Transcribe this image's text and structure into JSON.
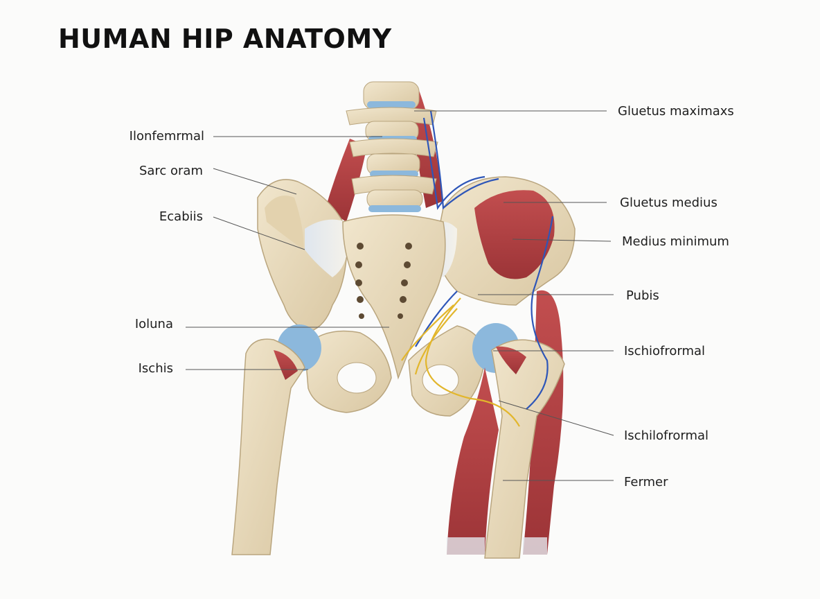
{
  "title": "HUMAN HIP ANATOMY",
  "labels_left": [
    {
      "id": "ilonfemrmal",
      "text": "Ilonfemrmal"
    },
    {
      "id": "sarc-oram",
      "text": "Sarc oram"
    },
    {
      "id": "ecabiis",
      "text": "Ecabiis"
    },
    {
      "id": "ioluna",
      "text": "Ioluna"
    },
    {
      "id": "ischis",
      "text": "Ischis"
    }
  ],
  "labels_right": [
    {
      "id": "gluteus-maximaxs",
      "text": "Gluetus maximaxs"
    },
    {
      "id": "gluteus-medius",
      "text": "Gluetus medius"
    },
    {
      "id": "medius-minimum",
      "text": "Medius minimum"
    },
    {
      "id": "pubis",
      "text": "Pubis"
    },
    {
      "id": "ischiofrormal-1",
      "text": "Ischiofrormal"
    },
    {
      "id": "ischilofrormal-2",
      "text": "Ischilofrormal"
    },
    {
      "id": "fermer",
      "text": "Fermer"
    }
  ],
  "colors": {
    "bone": "#e9dcc0",
    "bone_shade": "#cdbb97",
    "muscle": "#b9484a",
    "muscle_dark": "#8e2f33",
    "cartilage": "#8cb8dc",
    "vein": "#2e56b8",
    "nerve": "#e2b62c"
  }
}
